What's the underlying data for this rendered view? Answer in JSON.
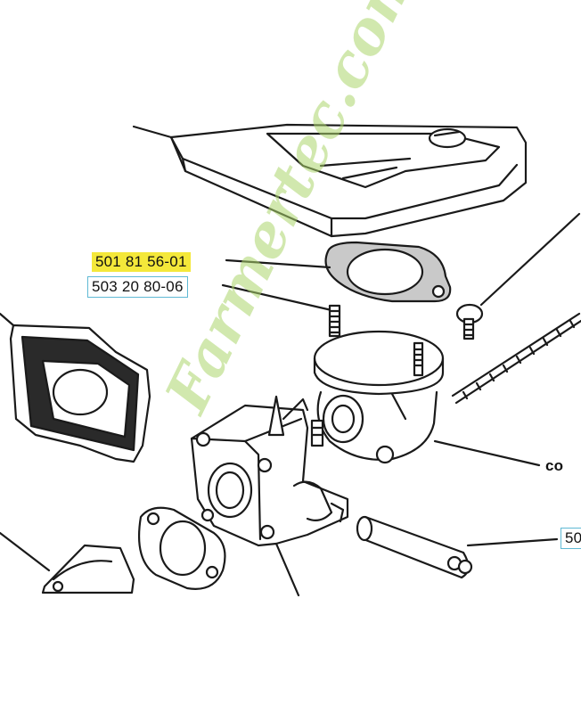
{
  "labels": [
    {
      "id": "label-1",
      "text": "501 81 56-01",
      "highlight": "#f4e83a"
    },
    {
      "id": "label-2",
      "text": "503 20 80-06",
      "box_color": "#5fb9d4"
    },
    {
      "id": "label-3",
      "text": "co"
    },
    {
      "id": "label-4",
      "text": "50",
      "box_color": "#5fb9d4"
    }
  ],
  "watermark": {
    "text": "Farmertec.com",
    "color": "#acd66c"
  },
  "colors": {
    "line": "#1a1a1a",
    "background": "#ffffff"
  }
}
